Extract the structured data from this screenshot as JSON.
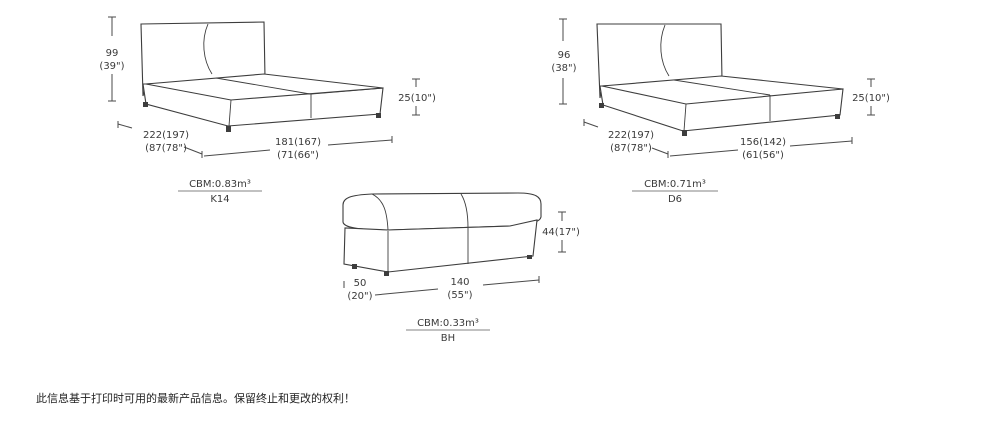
{
  "products": [
    {
      "code": "K14",
      "cbm": "CBM:0.83m³",
      "height": {
        "cm": "99",
        "in": "(39\")"
      },
      "leg_height": "25(10\")",
      "depth": {
        "cm": "222(197)",
        "in": "(87(78\")"
      },
      "width": {
        "cm": "181(167)",
        "in": "(71(66\")"
      }
    },
    {
      "code": "D6",
      "cbm": "CBM:0.71m³",
      "height": {
        "cm": "96",
        "in": "(38\")"
      },
      "leg_height": "25(10\")",
      "depth": {
        "cm": "222(197)",
        "in": "(87(78\")"
      },
      "width": {
        "cm": "156(142)",
        "in": "(61(56\")"
      }
    },
    {
      "code": "BH",
      "cbm": "CBM:0.33m³",
      "height": "44(17\")",
      "depth": {
        "cm": "50",
        "in": "(20\")"
      },
      "width": {
        "cm": "140",
        "in": "(55\")"
      }
    }
  ],
  "disclaimer": "此信息基于打印时可用的最新产品信息。保留终止和更改的权利！"
}
